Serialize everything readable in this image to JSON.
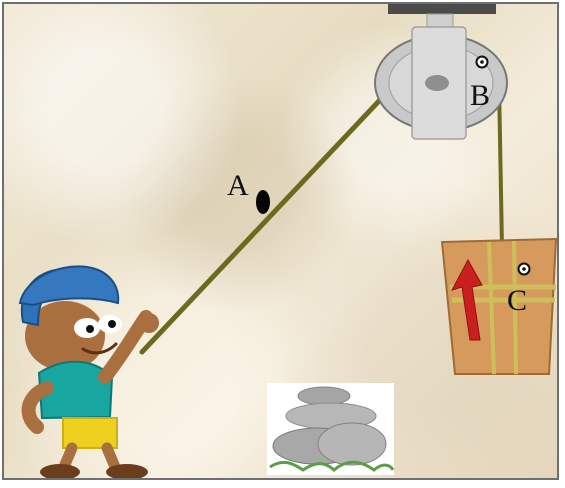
{
  "labels": {
    "a": "A",
    "b": "B",
    "c": "C"
  },
  "icons": {
    "pulley": "pulley-icon",
    "rope": "rope-icon",
    "box": "box-icon",
    "arrow": "red-up-arrow-icon",
    "rocks": "stacked-rocks-icon",
    "child": "boy-pulling-rope-icon"
  },
  "colors": {
    "rope": "#7c7a27",
    "pulley": "#c8c8c8",
    "box": "#d9a063",
    "arrow": "#cf1f1f",
    "shirt": "#18a7a2",
    "cap": "#2f73bb",
    "shorts": "#f0d11f"
  }
}
